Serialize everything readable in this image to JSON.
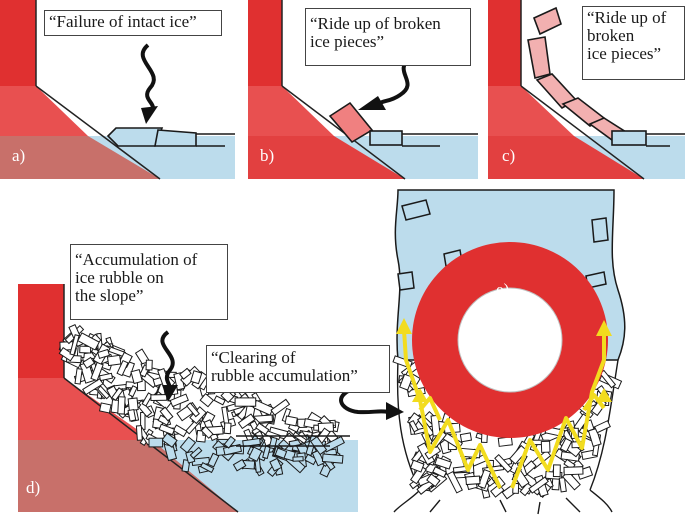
{
  "panels": {
    "a": {
      "label": "a)",
      "caption": "“Failure of intact ice”"
    },
    "b": {
      "label": "b)",
      "caption": "“Ride up of broken ice pieces”",
      "caption_lines": [
        "“Ride up of broken",
        "ice pieces”"
      ]
    },
    "c": {
      "label": "c)",
      "caption_lines": [
        "“Ride up of",
        "broken",
        "ice pieces”"
      ]
    },
    "d": {
      "label": "d)",
      "caption_lines": [
        "“Accumulation of",
        "ice rubble on",
        "the slope”"
      ]
    },
    "e": {
      "label": "e)",
      "caption_lines": [
        "“Clearing of",
        "rubble accumulation”"
      ]
    }
  },
  "colors": {
    "structure_red": "#e03030",
    "structure_red_light": "#e85050",
    "structure_red_dark": "#c83838",
    "water_blue": "#bcdcec",
    "ice_stroke": "#1a1a1a",
    "flow_arrow_yellow": "#f2dc1e"
  }
}
